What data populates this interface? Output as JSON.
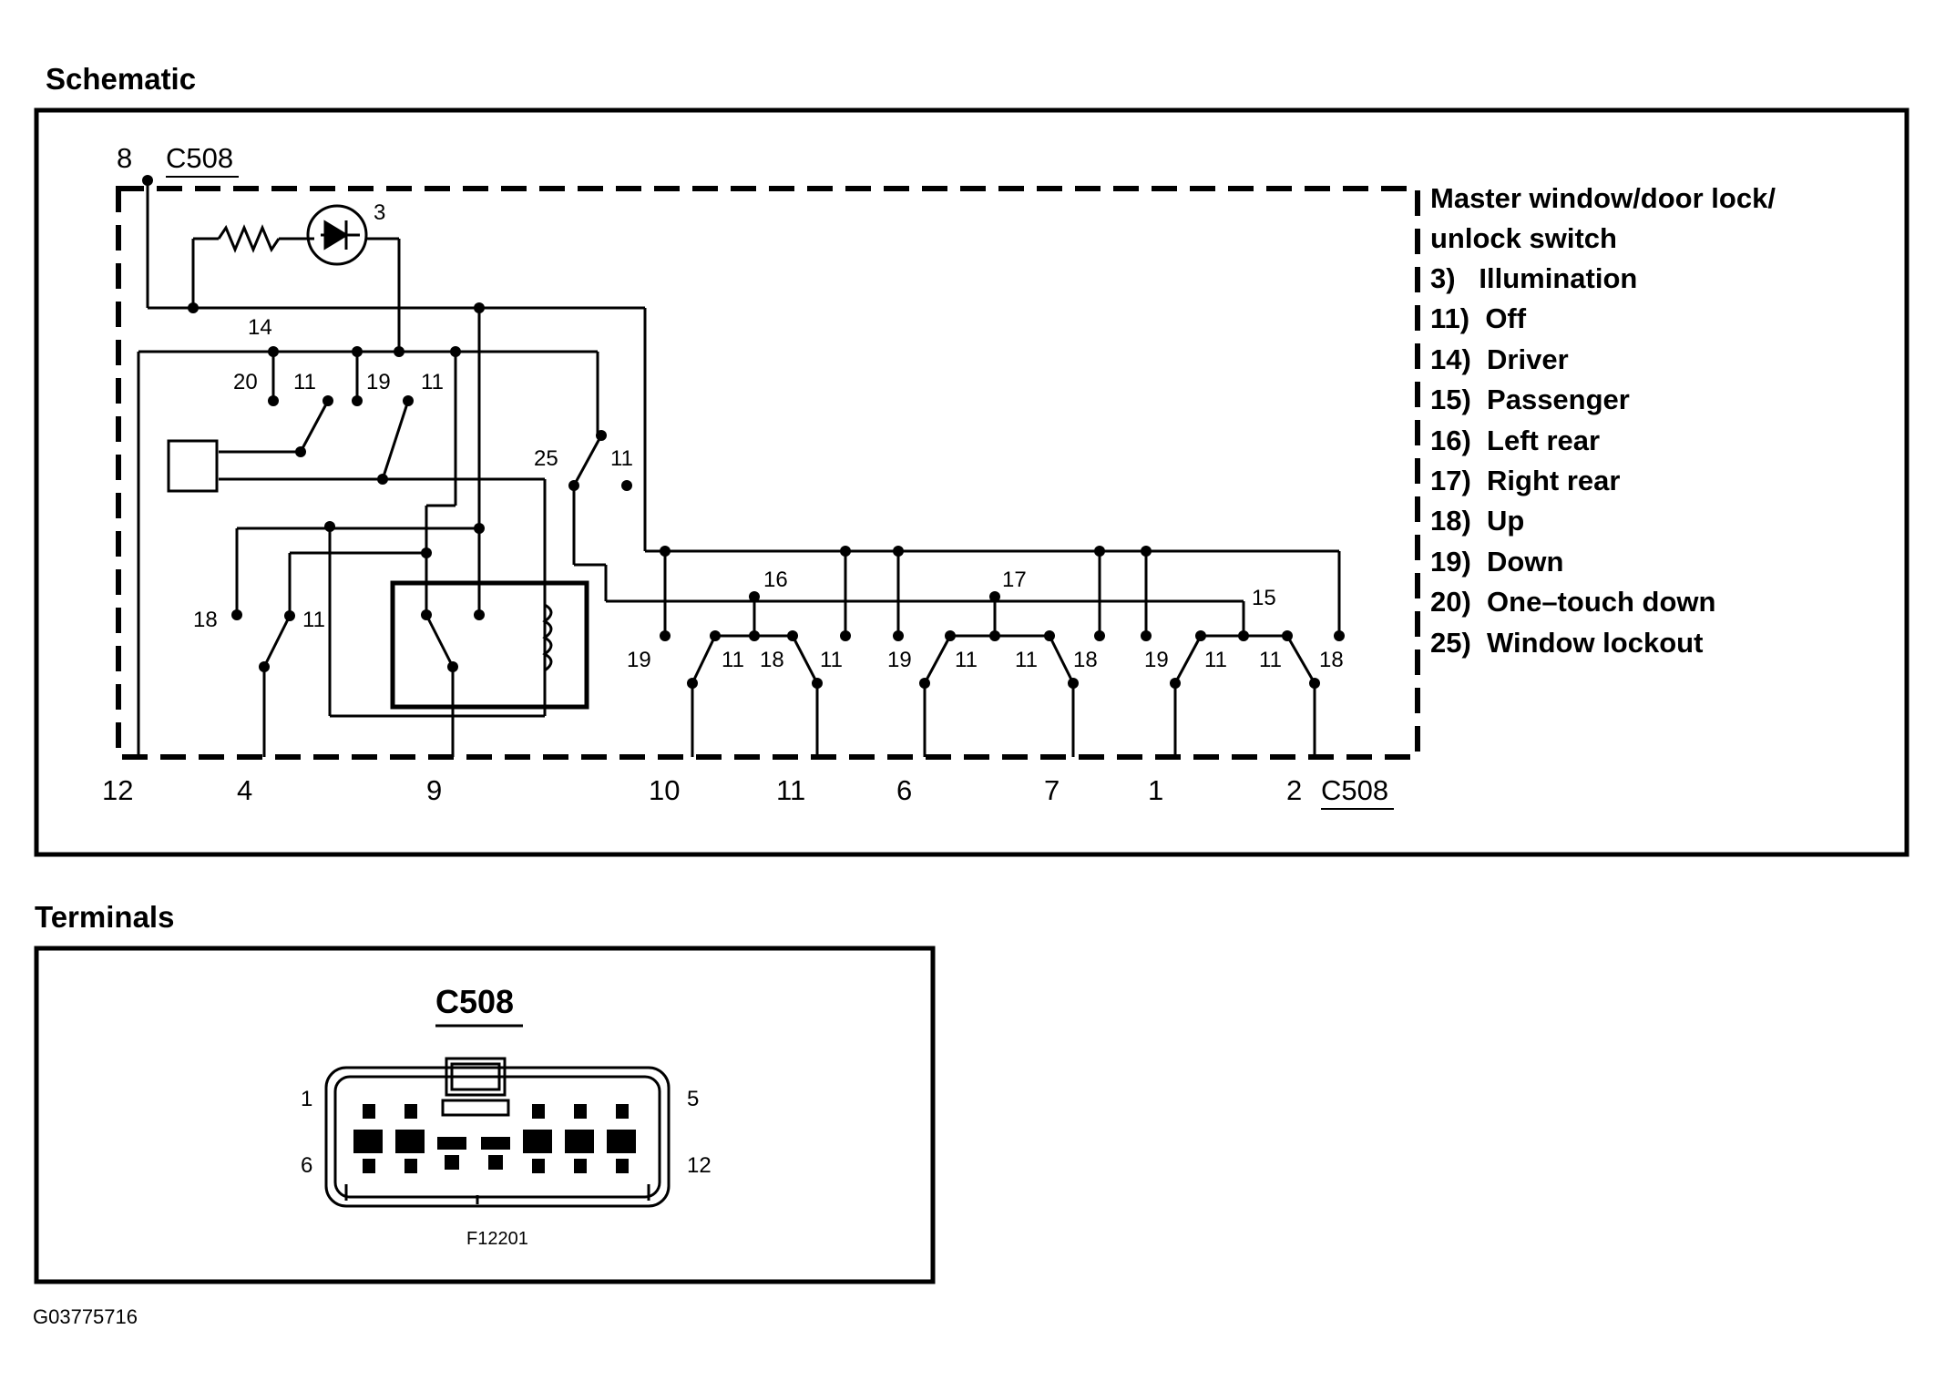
{
  "sections": {
    "schematic_title": "Schematic",
    "terminals_title": "Terminals"
  },
  "connector": {
    "name": "C508",
    "top_pin": "8",
    "bottom_pins": [
      "12",
      "4",
      "9",
      "10",
      "11",
      "6",
      "7",
      "1",
      "2"
    ]
  },
  "legend": {
    "title_line1": "Master window/door lock/",
    "title_line2": "unlock switch",
    "items": [
      "3)   Illumination",
      "11)  Off",
      "14)  Driver",
      "15)  Passenger",
      "16)  Left rear",
      "17)  Right rear",
      "18)  Up",
      "19)  Down",
      "20)  One–touch down",
      "25)  Window lockout"
    ]
  },
  "schematic_labels": {
    "illumination": "3",
    "driver": "14",
    "one_touch_down": "20",
    "off_a": "11",
    "down": "19",
    "off_b": "11",
    "lockout": "25",
    "off_c": "11",
    "up_driver": "18",
    "off_d": "11",
    "left_rear": "16",
    "right_rear": "17",
    "passenger": "15",
    "lr_labels": [
      "19",
      "11",
      "18",
      "11"
    ],
    "rr_labels": [
      "19",
      "11",
      "11",
      "18"
    ],
    "ps_labels": [
      "19",
      "11",
      "11",
      "18"
    ]
  },
  "terminals": {
    "connector_name": "C508",
    "pin_top_left": "1",
    "pin_top_right": "5",
    "pin_bottom_left": "6",
    "pin_bottom_right": "12",
    "figure_id": "F12201"
  },
  "footer_id": "G03775716"
}
